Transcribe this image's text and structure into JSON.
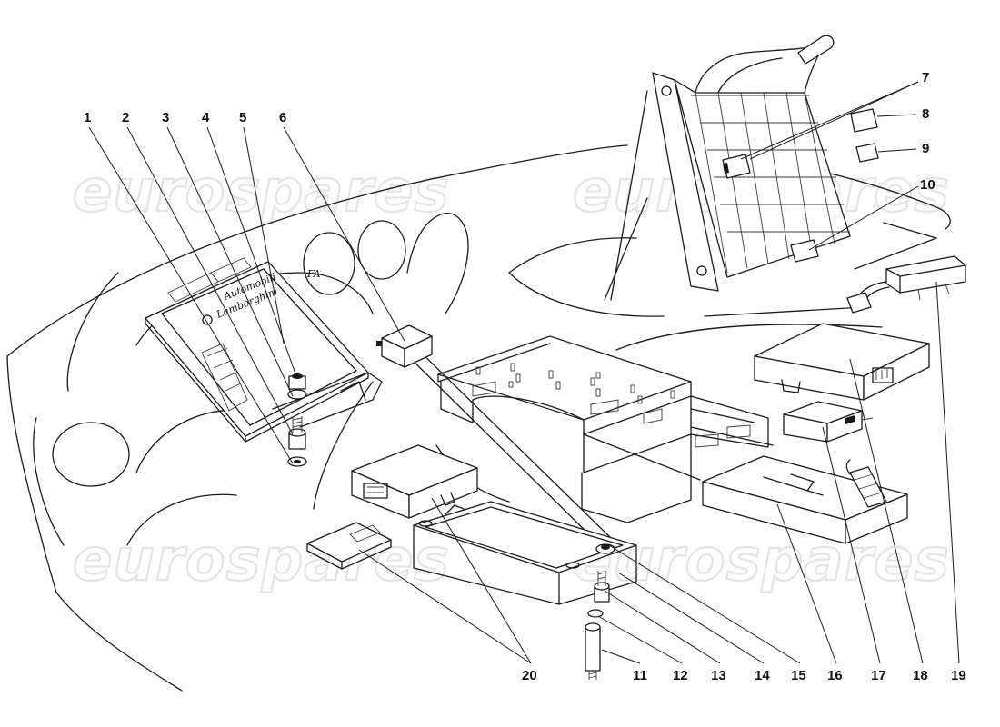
{
  "watermark": {
    "text": "eurospares"
  },
  "module_logo": {
    "small": "Automobili",
    "brand": "Lamborghini",
    "suffix": "FA"
  },
  "callouts": [
    "1",
    "2",
    "3",
    "4",
    "5",
    "6",
    "7",
    "8",
    "9",
    "10",
    "11",
    "12",
    "13",
    "14",
    "15",
    "16",
    "17",
    "18",
    "19",
    "20"
  ]
}
